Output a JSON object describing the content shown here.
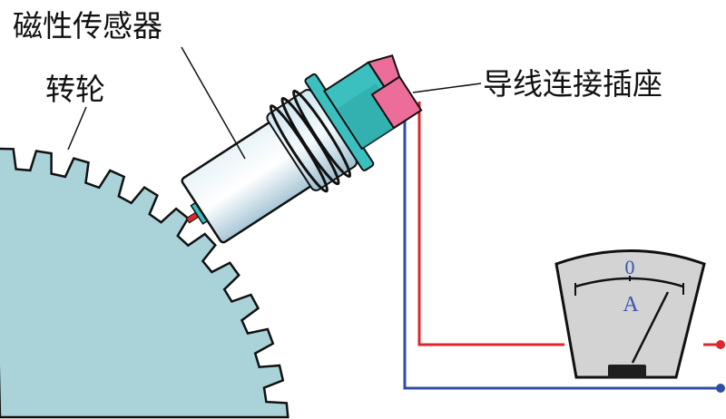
{
  "labels": {
    "sensor": "磁性传感器",
    "wheel": "转轮",
    "connector": "导线连接插座"
  },
  "meter": {
    "zero_mark": "0",
    "unit": "A"
  },
  "colors": {
    "wheel": "#a9d3d9",
    "red_wire": "#e0262a",
    "blue_wire": "#2f4ea3",
    "teal": "#3bbfbf",
    "pink": "#ec6c9a",
    "meter_face": "#d3d3d3"
  }
}
